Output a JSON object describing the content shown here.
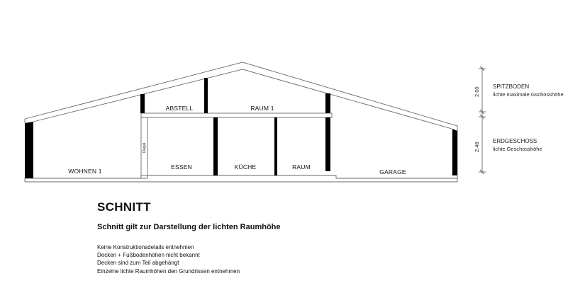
{
  "drawing": {
    "rooms": {
      "wohnen": "WOHNEN 1",
      "essen": "ESSEN",
      "kueche": "KÜCHE",
      "raum": "RAUM",
      "garage": "GARAGE",
      "abstell": "ABSTELL",
      "raum1": "RAUM 1",
      "regal": "Regal"
    },
    "dimensions": {
      "upper": "2.00",
      "lower": "2.46"
    },
    "levels": {
      "upper_title": "SPITZBODEN",
      "upper_sub": "lichte maximale Gschosshöhe",
      "lower_title": "ERDGESCHOSS",
      "lower_sub": "lichte Geschosshöhe"
    },
    "colors": {
      "line": "#555555",
      "wall": "#000000"
    }
  },
  "legend": {
    "title": "SCHNITT",
    "subtitle": "Schnitt gilt zur Darstellung der lichten Raumhöhe",
    "notes": [
      "Keine Konstruktionsdetails entnehmen",
      "Decken + Fußbodenhöhen nicht bekannt",
      "Decken sind zum Teil abgehängt",
      "Einzelne lichte Raumhöhen den Grundrissen entnehmen"
    ]
  }
}
